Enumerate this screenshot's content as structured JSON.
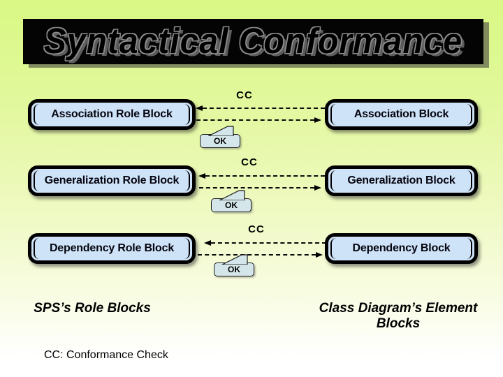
{
  "slide": {
    "title": "Syntactical Conformance",
    "left_caption": "SPS’s Role Blocks",
    "right_caption": "Class Diagram’s Element Blocks",
    "cc_legend": "CC: Conformance Check"
  },
  "rows": [
    {
      "left_block": "Association Role Block",
      "right_block": "Association Block",
      "cc_label": "CC",
      "ok_label": "OK"
    },
    {
      "left_block": "Generalization Role Block",
      "right_block": "Generalization Block",
      "cc_label": "CC",
      "ok_label": "OK"
    },
    {
      "left_block": "Dependency Role Block",
      "right_block": "Dependency Block",
      "cc_label": "CC",
      "ok_label": "OK"
    }
  ],
  "colors": {
    "background_top": "#dbf88a",
    "background_bottom": "#ffffff",
    "banner_background": "#000000",
    "banner_text_outline": "#8d8d8d",
    "block_fill": "#cfe3f8",
    "block_border": "#000000",
    "callout_fill": "#d4e6e9",
    "text": "#000000"
  }
}
